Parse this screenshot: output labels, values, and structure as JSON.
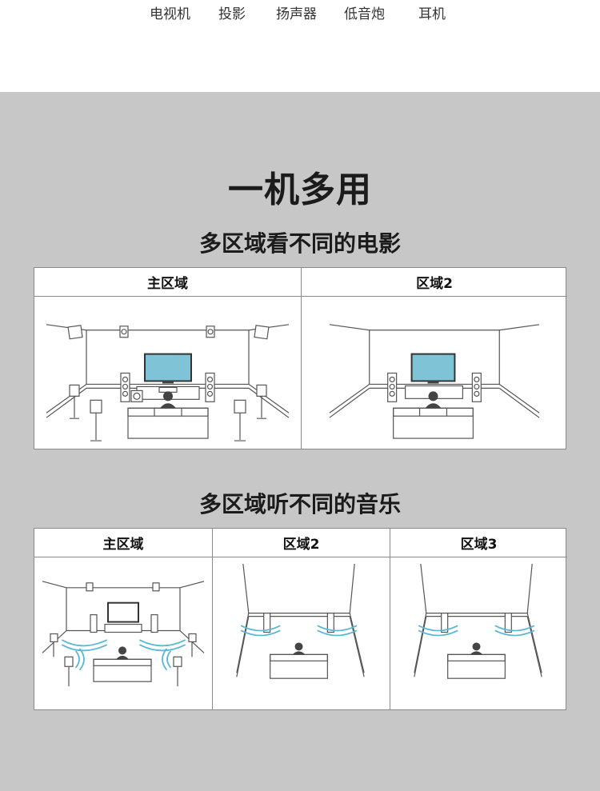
{
  "nav": {
    "items": [
      "电视机",
      "投影",
      "扬声器",
      "低音炮",
      "耳机"
    ]
  },
  "main_title": "一机多用",
  "section1": {
    "title": "多区域看不同的电影",
    "columns": [
      "主区域",
      "区域2"
    ]
  },
  "section2": {
    "title": "多区域听不同的音乐",
    "columns": [
      "主区域",
      "区域2",
      "区域3"
    ]
  },
  "colors": {
    "panel_bg": "#c7c7c7",
    "tv_screen": "#7ec4d6",
    "sound_wave": "#5ab8d6"
  }
}
